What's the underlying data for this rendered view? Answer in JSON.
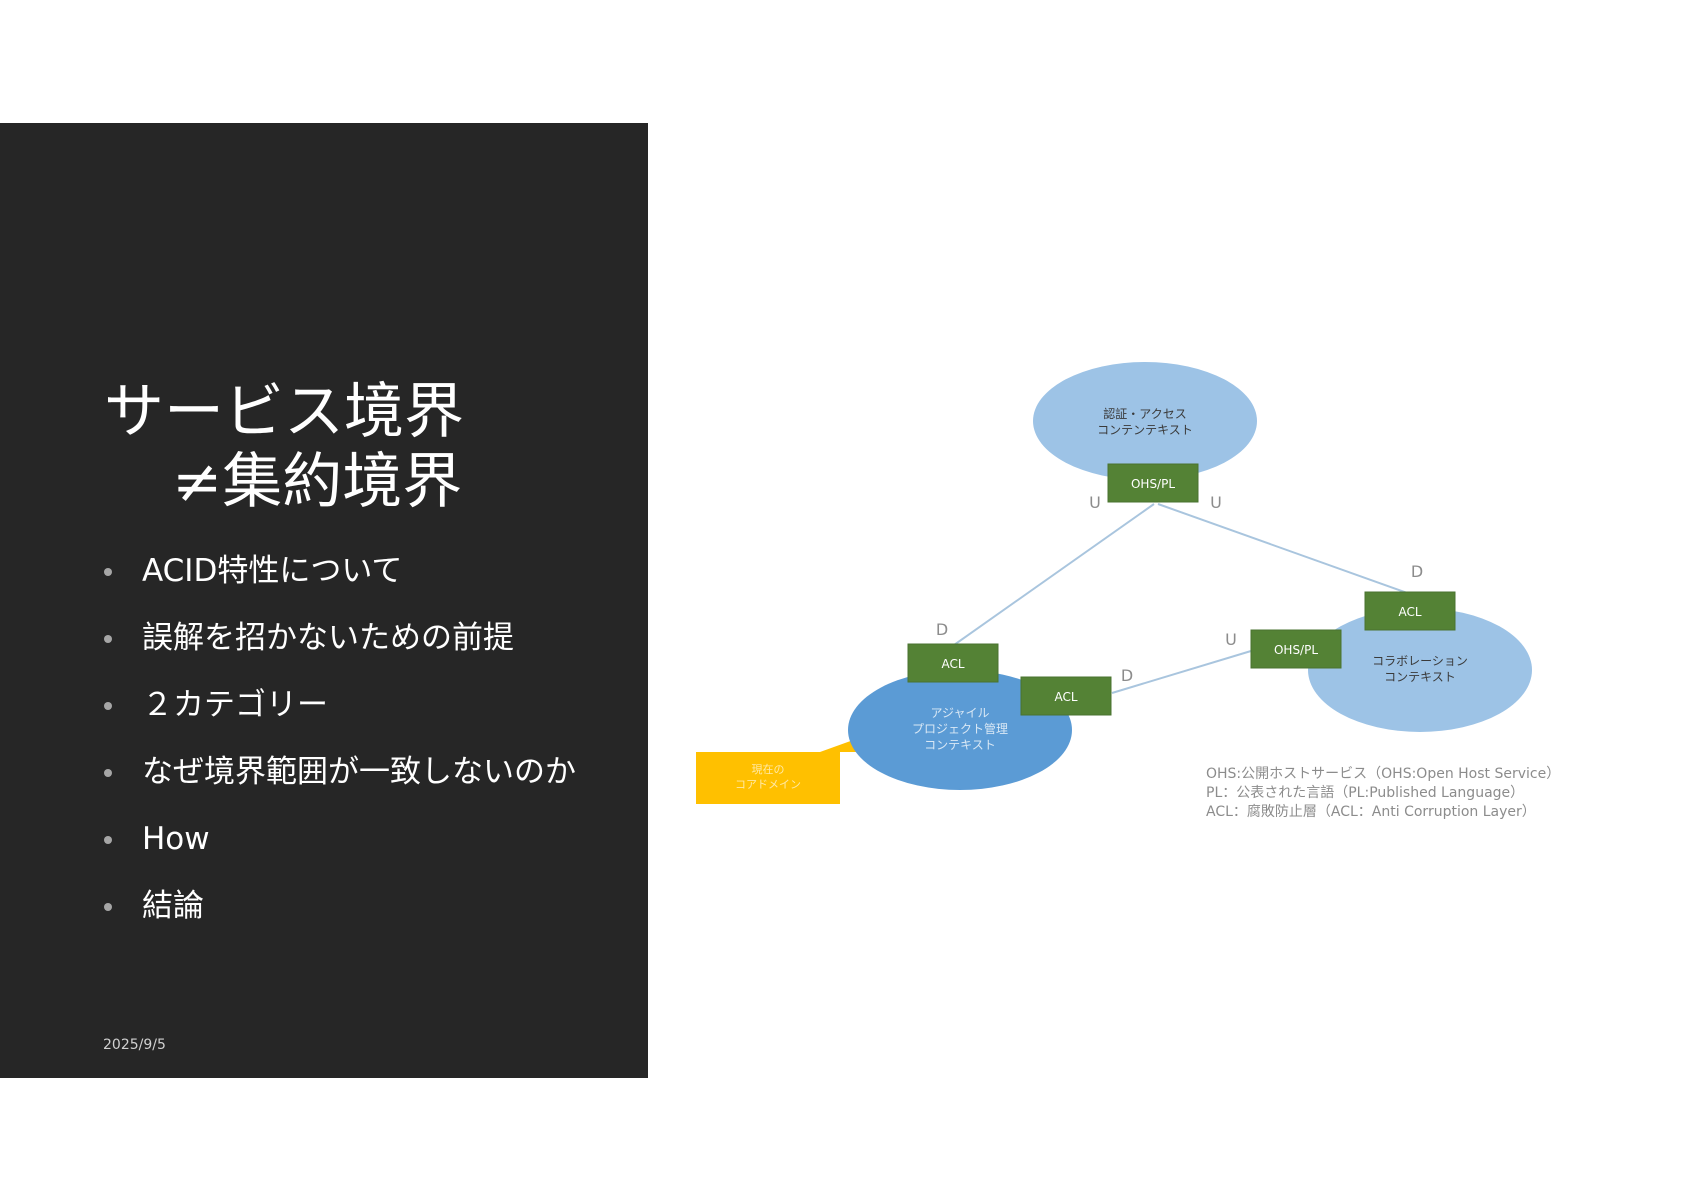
{
  "slide": {
    "title_line1": "サービス境界",
    "title_line2": "≠集約境界",
    "bullets": [
      "ACID特性について",
      "誤解を招かないための前提",
      "２カテゴリー",
      "なぜ境界範囲が一致しないのか",
      "How",
      "結論"
    ],
    "date": "2025/9/5"
  },
  "diagram": {
    "contexts": {
      "auth": {
        "line1": "認証・アクセス",
        "line2": "コンテンテキスト"
      },
      "collab": {
        "line1": "コラボレーション",
        "line2": "コンテキスト"
      },
      "agile": {
        "line1": "アジャイル",
        "line2": "プロジェクト管理",
        "line3": "コンテキスト"
      }
    },
    "boxes": {
      "auth_ohs": "OHS/PL",
      "collab_acl": "ACL",
      "collab_ohs": "OHS/PL",
      "agile_acl_top": "ACL",
      "agile_acl_right": "ACL"
    },
    "markers": {
      "auth_left": "U",
      "auth_right": "U",
      "collab_top": "D",
      "agile_top": "D",
      "agile_right": "D",
      "collab_left": "U"
    },
    "callout": {
      "line1": "現在の",
      "line2": "コアドメイン"
    },
    "legend": [
      "OHS:公開ホストサービス（OHS:Open Host Service）",
      "PL：公表された言語（PL:Published Language）",
      "ACL：腐敗防止層（ACL：Anti Corruption Layer）"
    ],
    "colors": {
      "light_ellipse": "#9dc3e6",
      "dark_ellipse": "#5b9bd5",
      "box_green": "#548235",
      "callout_yellow": "#ffc000",
      "line_blue": "#a9c5de",
      "legend_gray": "#8c8c8c"
    }
  }
}
